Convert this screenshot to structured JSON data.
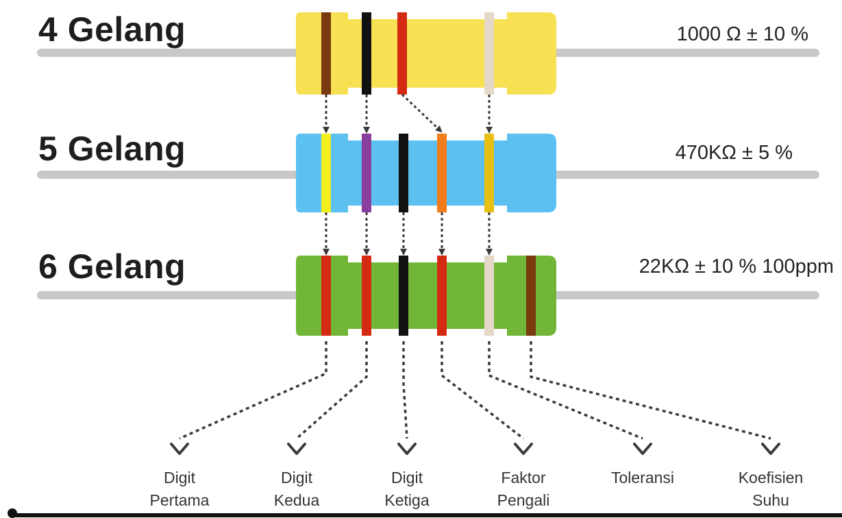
{
  "resistors": [
    {
      "heading": "4 Gelang",
      "value": "1000 Ω ± 10 %",
      "body_color": "#f7e052",
      "bands": [
        {
          "color": "#7a3a10"
        },
        {
          "color": "#111111"
        },
        {
          "color": "#d42a12"
        },
        {
          "color": "#e4d8c8"
        }
      ]
    },
    {
      "heading": "5 Gelang",
      "value": "470KΩ ± 5 %",
      "body_color": "#5cc0f0",
      "bands": [
        {
          "color": "#f4ee1c"
        },
        {
          "color": "#8a3fa0"
        },
        {
          "color": "#111111"
        },
        {
          "color": "#f07c1c"
        },
        {
          "color": "#e8c014"
        }
      ]
    },
    {
      "heading": "6 Gelang",
      "value": "22KΩ ± 10 % 100ppm",
      "body_color": "#72b637",
      "bands": [
        {
          "color": "#d42a12"
        },
        {
          "color": "#d42a12"
        },
        {
          "color": "#111111"
        },
        {
          "color": "#d42a12"
        },
        {
          "color": "#e4d8c8"
        },
        {
          "color": "#7a3a10"
        }
      ]
    }
  ],
  "captions": [
    {
      "line1": "Digit",
      "line2": "Pertama"
    },
    {
      "line1": "Digit",
      "line2": "Kedua"
    },
    {
      "line1": "Digit",
      "line2": "Ketiga"
    },
    {
      "line1": "Faktor",
      "line2": "Pengali"
    },
    {
      "line1": "Toleransi",
      "line2": ""
    },
    {
      "line1": "Koefisien",
      "line2": "Suhu"
    }
  ],
  "colors": {
    "wire": "#c8c8c8",
    "arrow": "#3a3a3a",
    "baseline": "#111111"
  }
}
